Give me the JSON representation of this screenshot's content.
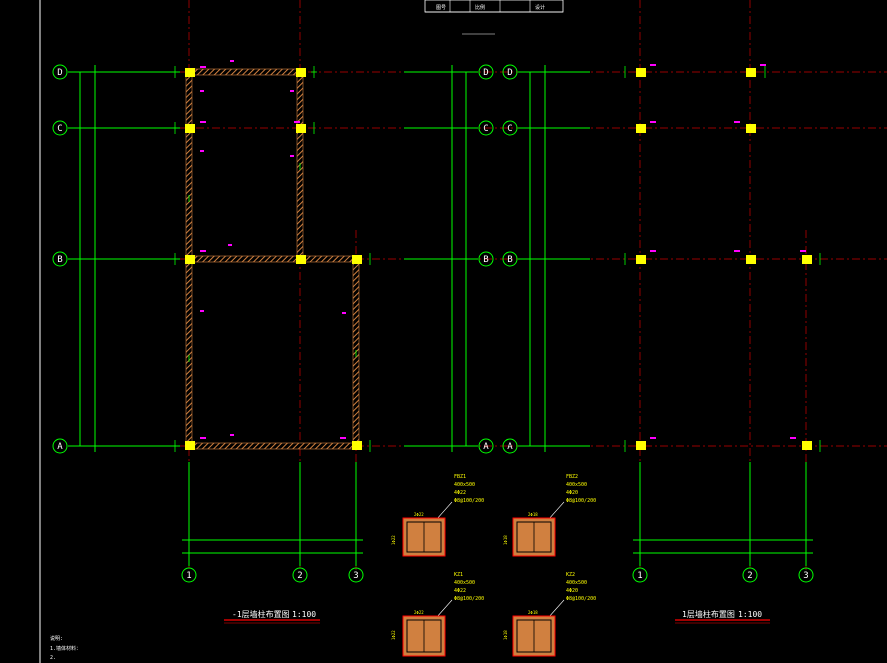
{
  "title_block": {
    "header_cells": [
      "图号",
      "比例",
      "设计"
    ],
    "line1": "",
    "line2": ""
  },
  "axis_rows": [
    "D",
    "C",
    "B",
    "A"
  ],
  "axis_cols": [
    "1",
    "2",
    "3"
  ],
  "left_plan": {
    "title": "-1层墙柱布置图",
    "scale": "1:100",
    "dim_outer": "",
    "dim_row1": "",
    "dim_row2": "",
    "dim_row3": "",
    "dim_col1": "",
    "dim_col2": "",
    "dim_total": ""
  },
  "right_plan": {
    "title": "1层墙柱布置图",
    "scale": "1:100",
    "dim_col1": "",
    "dim_col2": "",
    "dim_total": ""
  },
  "sections": [
    {
      "name": "FBZ1",
      "size": "400x500",
      "rebar1": "4Φ22",
      "rebar2": "Φ8@100/200",
      "top_label": "2Φ22",
      "side_label": "1Φ22"
    },
    {
      "name": "FBZ2",
      "size": "400x500",
      "rebar1": "4Φ20",
      "rebar2": "Φ8@100/200",
      "top_label": "2Φ18",
      "side_label": "1Φ18"
    },
    {
      "name": "KZ1",
      "size": "400x500",
      "rebar1": "4Φ22",
      "rebar2": "Φ8@100/200",
      "top_label": "2Φ22",
      "side_label": "1Φ22"
    },
    {
      "name": "KZ2",
      "size": "400x500",
      "rebar1": "4Φ20",
      "rebar2": "Φ8@100/200",
      "top_label": "2Φ18",
      "side_label": "1Φ18"
    }
  ],
  "notes": {
    "heading": "说明:",
    "line1": "1.墙体材料：",
    "line2": "2."
  },
  "colors": {
    "background": "#000000",
    "axis_line": "#00ff00",
    "grid_line": "#cc0000",
    "wall_fill": "#d08040",
    "column_fill": "#ffff00",
    "label": "#ff00ff",
    "text": "#ffffff",
    "title_underline": "#ff0000"
  }
}
